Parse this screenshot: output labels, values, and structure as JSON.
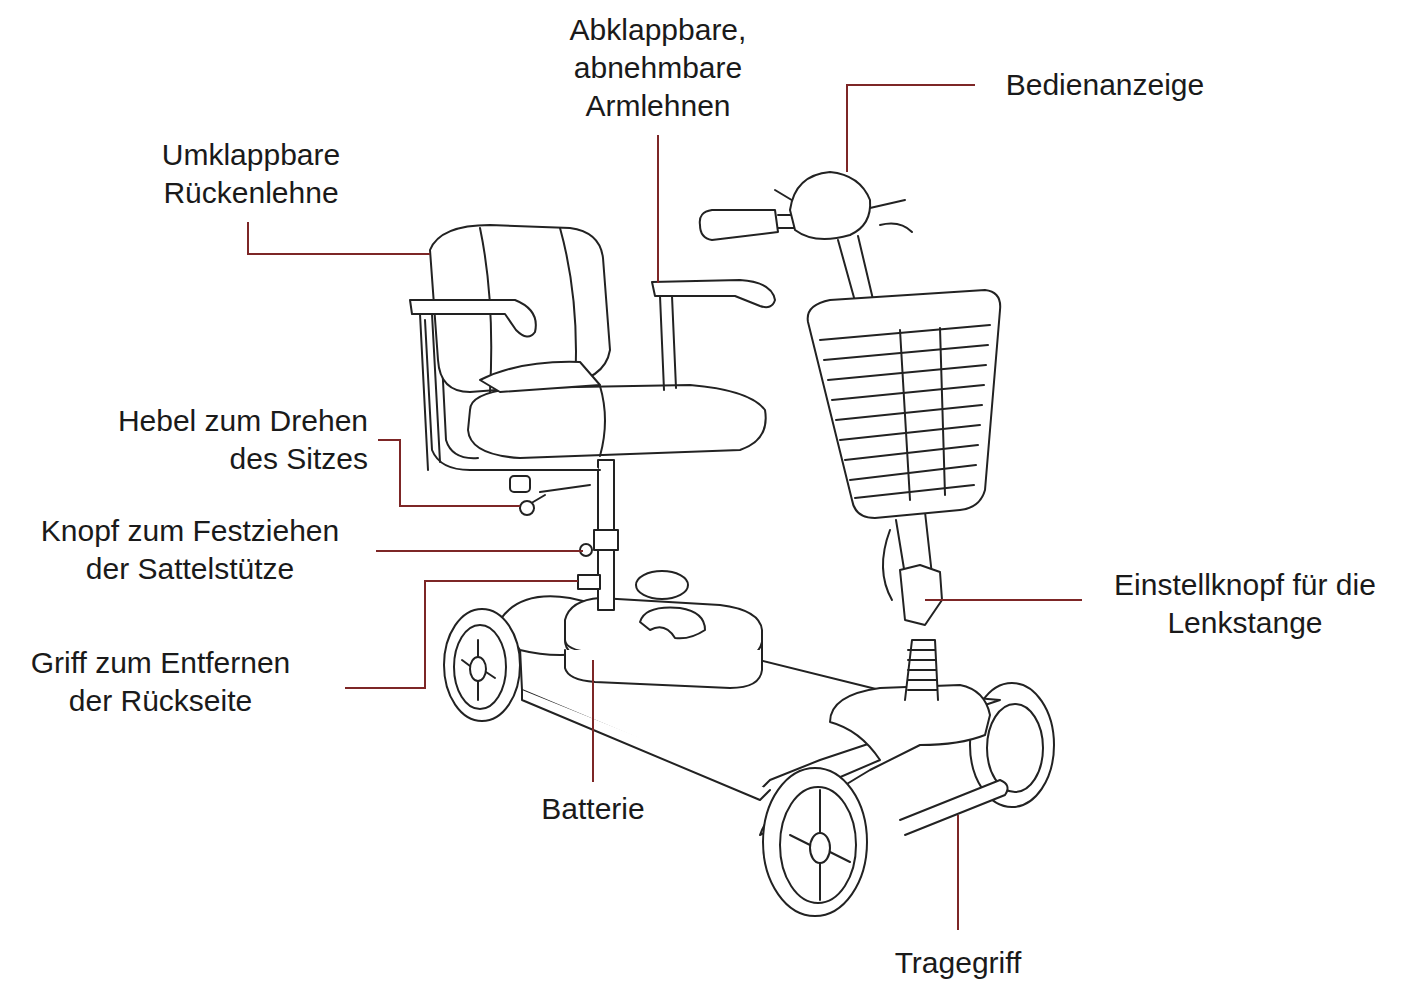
{
  "diagram": {
    "labels": [
      "Abklappbare, abnehmbare Armlehnen",
      "Bedienanzeige",
      "Umklappbare Rückenlehne",
      "Hebel zum Drehen des Sitzes",
      "Knopf zum Festziehen der Sattelstütze",
      "Einstellknopf für die Lenkstange",
      "Griff zum Entfernen der Rückseite",
      "Batterie",
      "Tragegriff"
    ]
  }
}
